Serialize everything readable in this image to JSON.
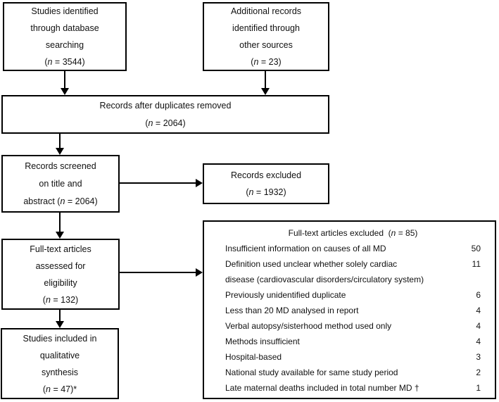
{
  "diagram": {
    "type": "prisma-flowchart",
    "colors": {
      "border": "#000000",
      "text": "#111111",
      "background": "#ffffff"
    },
    "boxes": {
      "database": {
        "lines": [
          "Studies identified",
          "through database",
          "searching",
          "(n = 3544)"
        ]
      },
      "other_sources": {
        "lines": [
          "Additional records",
          "identified through",
          "other sources",
          "(n = 23)"
        ]
      },
      "duplicates_removed": {
        "lines": [
          "Records after duplicates removed",
          "(n = 2064)"
        ]
      },
      "screened": {
        "lines": [
          "Records screened",
          "on title and",
          "abstract (n = 2064)"
        ]
      },
      "records_excluded": {
        "lines": [
          "Records excluded",
          "(n = 1932)"
        ]
      },
      "fulltext_assessed": {
        "lines": [
          "Full-text articles",
          "assessed for",
          "eligibility",
          "(n = 132)"
        ]
      },
      "included": {
        "lines": [
          "Studies included in",
          "qualitative",
          "synthesis",
          "(n = 47)*"
        ]
      },
      "fulltext_excluded": {
        "title": "Full-text articles excluded  (n = 85)",
        "rows": [
          {
            "text": "Insufficient information on causes of all MD",
            "value": "50"
          },
          {
            "text": "Definition used unclear whether solely cardiac",
            "value": "11"
          },
          {
            "text": "disease (cardiovascular disorders/circulatory system)",
            "value": ""
          },
          {
            "text": "Previously unidentified duplicate",
            "value": "6"
          },
          {
            "text": "Less than 20 MD analysed in report",
            "value": "4"
          },
          {
            "text": "Verbal autopsy/sisterhood method used only",
            "value": "4"
          },
          {
            "text": "Methods insufficient",
            "value": "4"
          },
          {
            "text": "Hospital-based",
            "value": "3"
          },
          {
            "text": "National study available for same study period",
            "value": "2"
          },
          {
            "text": "Late maternal deaths included in total number MD †",
            "value": "1"
          }
        ]
      }
    }
  }
}
